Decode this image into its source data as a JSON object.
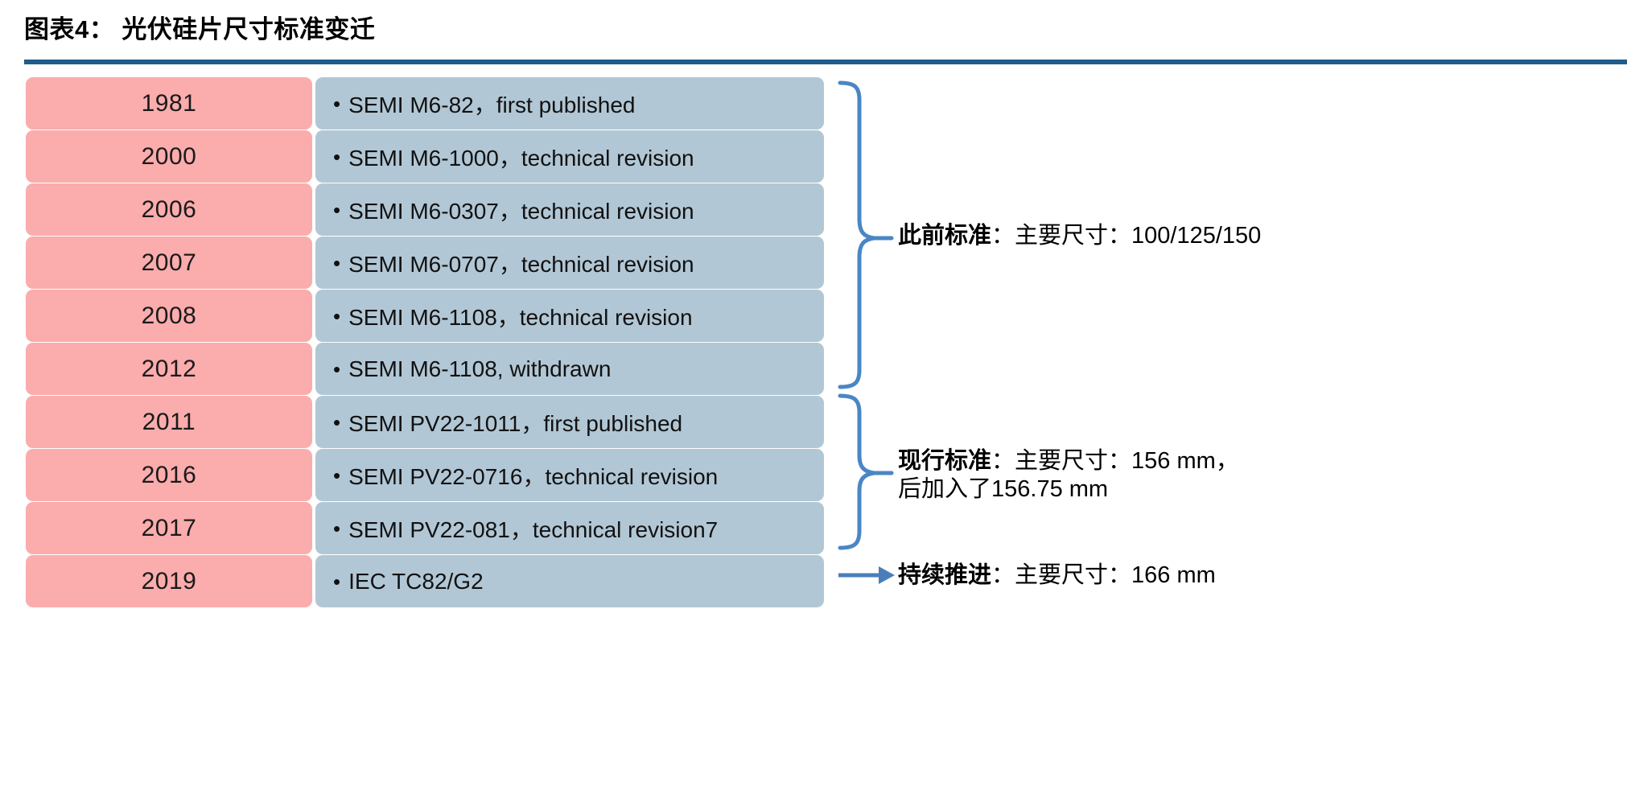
{
  "header": {
    "title": "图表4： 光伏硅片尺寸标准变迁",
    "rule_color": "#1F5C8B"
  },
  "colors": {
    "year_box": "#FBACAC",
    "desc_box": "#B2C7D5",
    "brace": "#4A86C5",
    "arrow": "#4A7EBB",
    "text": "#000000"
  },
  "timeline": {
    "bullet": "•",
    "rows": [
      {
        "year": "1981",
        "desc": "SEMI M6-82，first published"
      },
      {
        "year": "2000",
        "desc": "SEMI M6-1000，technical revision"
      },
      {
        "year": "2006",
        "desc": "SEMI M6-0307，technical revision"
      },
      {
        "year": "2007",
        "desc": "SEMI M6-0707，technical revision"
      },
      {
        "year": "2008",
        "desc": "SEMI M6-1108，technical revision"
      },
      {
        "year": "2012",
        "desc": "SEMI M6-1108, withdrawn"
      },
      {
        "year": "2011",
        "desc": "SEMI PV22-1011，first published"
      },
      {
        "year": "2016",
        "desc": "SEMI PV22-0716，technical revision"
      },
      {
        "year": "2017",
        "desc": "SEMI PV22-081，technical revision7"
      },
      {
        "year": "2019",
        "desc": "IEC TC82/G2"
      }
    ]
  },
  "annotations": {
    "previous": {
      "lead": "此前标准",
      "body": "：主要尺寸：100/125/150",
      "body2": ""
    },
    "current": {
      "lead": "现行标准",
      "body": "：主要尺寸：156 mm，",
      "body2": "后加入了156.75 mm"
    },
    "ongoing": {
      "lead": "持续推进",
      "body": "：主要尺寸：166 mm",
      "body2": ""
    }
  }
}
